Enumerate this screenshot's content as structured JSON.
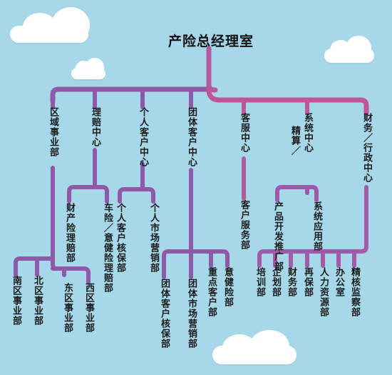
{
  "title": "产险总经理室",
  "colors": {
    "line_left": "#8e5aa8",
    "line_right": "#c2549a",
    "background": "#a6d8ea"
  },
  "departments": [
    {
      "label": "区域事业部",
      "children": [
        "南区事业部",
        "北区事业部",
        "东区事业部",
        "西区事业部"
      ]
    },
    {
      "label": "理赔中心",
      "children": [
        "财产险理赔部",
        "车险／意健险理赔部"
      ]
    },
    {
      "label": "个人客户中心",
      "children": [
        "个人客户核保部",
        "个人市场营销部"
      ]
    },
    {
      "label": "团体客户中心",
      "children": [
        "团体客户核保部",
        "团体市场营销部",
        "重点客户部",
        "意健险部"
      ]
    },
    {
      "label": "客服中心",
      "children": [
        "客户服务部"
      ]
    },
    {
      "label": "系统中心",
      "label2": "精算／",
      "children": [
        "产品开发推广部",
        "系统应用部"
      ]
    },
    {
      "label": "财务／行政中心",
      "children": [
        "培训部",
        "企划部",
        "财务部",
        "再保部",
        "人力资源部",
        "办公室",
        "精核监察部"
      ]
    }
  ]
}
